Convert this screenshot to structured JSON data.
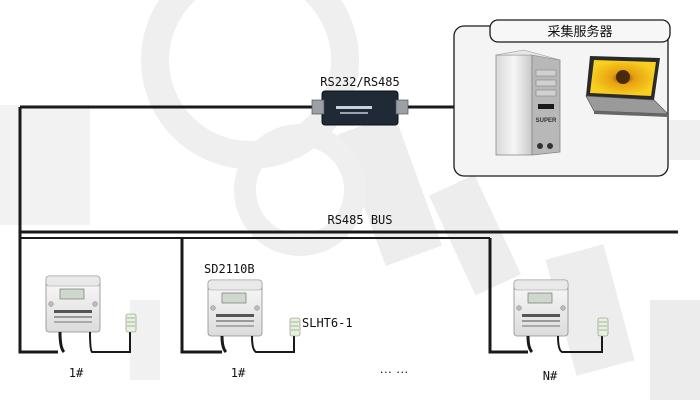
{
  "server": {
    "title": "采集服务器",
    "tower_brand": "SUPER"
  },
  "converter": {
    "label": "RS232/RS485"
  },
  "bus": {
    "label": "RS485 BUS"
  },
  "devices": {
    "model_label": "SD2110B",
    "sensor_label": "SLHT6-1",
    "device_1_label": "1#",
    "device_2_label": "1#",
    "device_n_label": "N#",
    "ellipsis": "…  …"
  },
  "colors": {
    "wire": "#1a1a1a",
    "device_body": "#f0f0f0",
    "device_lcd": "#cfd8cc",
    "server_panel": "#f4f4f4",
    "watermark": "#e8e8e8"
  }
}
